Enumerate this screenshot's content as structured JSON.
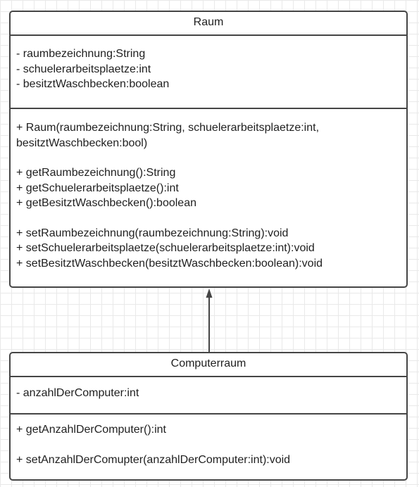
{
  "classes": {
    "raum": {
      "name": "Raum",
      "attributes": [
        "- raumbezeichnung:String",
        "- schuelerarbeitsplaetze:int",
        "- besitztWaschbecken:boolean"
      ],
      "constructor": [
        "+ Raum(raumbezeichnung:String, schuelerarbeitsplaetze:int,",
        "besitztWaschbecken:bool)"
      ],
      "getters": [
        "+ getRaumbezeichnung():String",
        "+ getSchuelerarbeitsplaetze():int",
        "+ getBesitztWaschbecken():boolean"
      ],
      "setters": [
        "+ setRaumbezeichnung(raumbezeichnung:String):void",
        "+ setSchuelerarbeitsplaetze(schuelerarbeitsplaetze:int):void",
        "+ setBesitztWaschbecken(besitztWaschbecken:boolean):void"
      ]
    },
    "computerraum": {
      "name": "Computerraum",
      "attributes": [
        "- anzahlDerComputer:int"
      ],
      "getters": [
        "+ getAnzahlDerComputer():int"
      ],
      "setters": [
        "+ setAnzahlDerComupter(anzahlDerComputer:int):void"
      ]
    }
  },
  "relationship": {
    "type": "generalization",
    "from": "Computerraum",
    "to": "Raum"
  },
  "colors": {
    "border": "#454545",
    "grid": "#e9e9e9",
    "text": "#1f1f1f"
  }
}
